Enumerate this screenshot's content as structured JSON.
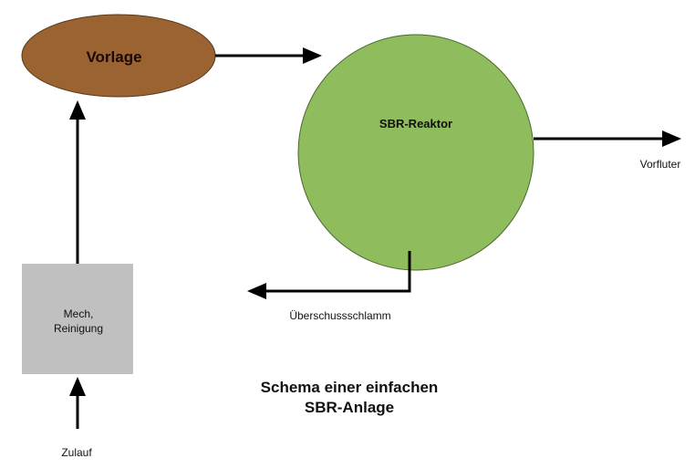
{
  "nodes": {
    "vorlage": {
      "label": "Vorlage",
      "color": "#9a6331"
    },
    "reaktor": {
      "label": "SBR-Reaktor",
      "color": "#8fbc5c"
    },
    "mech": {
      "label_line1": "Mech,",
      "label_line2": "Reinigung",
      "color": "#c0c0c0"
    }
  },
  "flows": {
    "zulauf": "Zulauf",
    "vorfluter": "Vorfluter",
    "schlamm": "Überschussschlamm"
  },
  "title": {
    "line1": "Schema einer einfachen",
    "line2": "SBR-Anlage"
  }
}
